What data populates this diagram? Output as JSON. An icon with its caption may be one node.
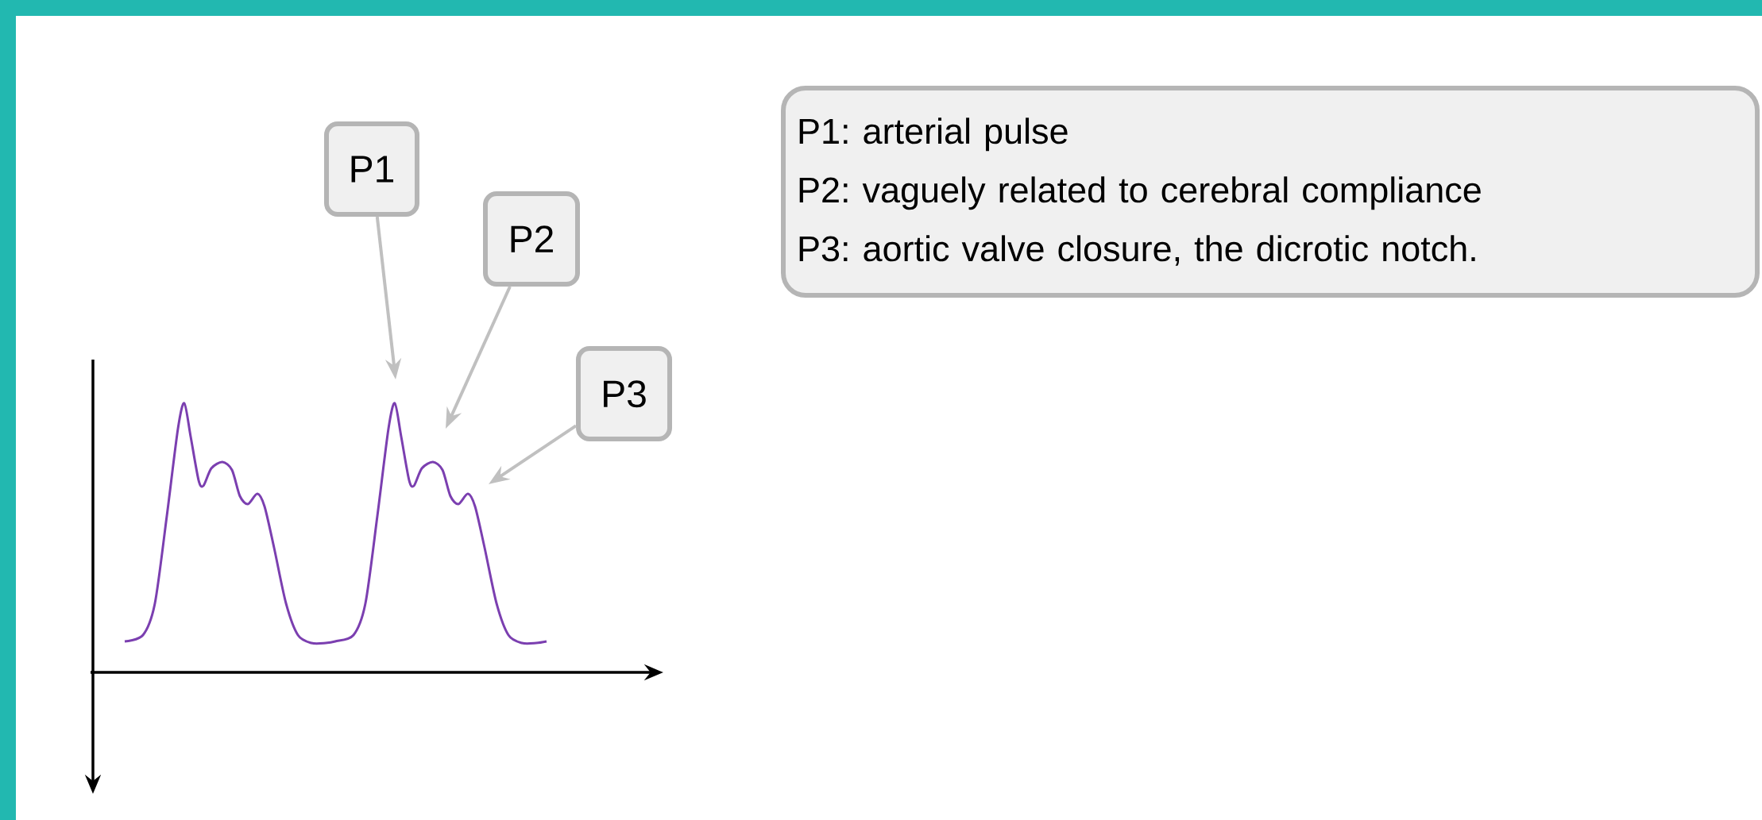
{
  "diagram": {
    "nodes": [
      {
        "text": [
          "P1"
        ]
      },
      {
        "text": [
          "P2"
        ]
      },
      {
        "text": [
          "P3"
        ]
      },
      {
        "text": [
          "P1: arterial pulse",
          "P2: vaguely related to cerebral compliance",
          "P3: aortic valve closure, the dicrotic notch."
        ]
      },
      {
        "text": [],
        "shape": "curve"
      }
    ],
    "edges": [
      {
        "from": 0,
        "to": 4,
        "arrow": "to"
      },
      {
        "from": 1,
        "to": 4,
        "arrow": "to"
      },
      {
        "from": 2,
        "to": 4,
        "arrow": "to"
      }
    ]
  }
}
